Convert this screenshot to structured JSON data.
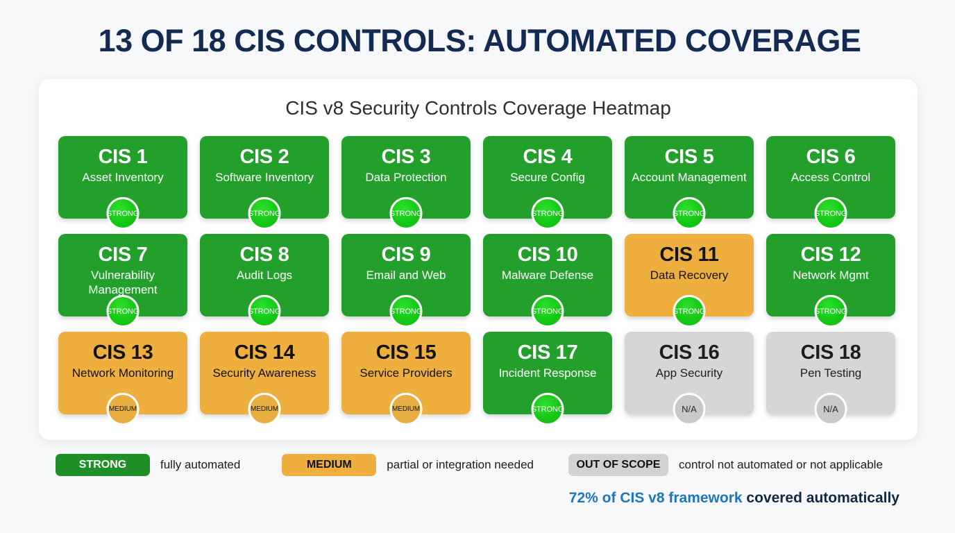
{
  "page": {
    "title": "13 OF 18 CIS CONTROLS: AUTOMATED COVERAGE",
    "background_color": "#f7f8fa",
    "title_color": "#132b52"
  },
  "card": {
    "heading": "CIS v8 Security Controls Coverage Heatmap"
  },
  "colors": {
    "strong": "#23a02b",
    "medium": "#eeaf3f",
    "out_of_scope": "#d6d6d6",
    "accent_blue": "#1c76bd",
    "navy": "#122744"
  },
  "chart_data": {
    "type": "heatmap",
    "title": "CIS v8 Security Controls Coverage Heatmap",
    "columns": 6,
    "rows": 3,
    "legend_position": "bottom",
    "categories": [
      "STRONG",
      "MEDIUM",
      "OUT OF SCOPE"
    ],
    "values": [
      13,
      3,
      2
    ],
    "cells": [
      {
        "code": "CIS 1",
        "name": "Asset Inventory",
        "status": "STRONG",
        "badge": "STRONG",
        "tile_class": "strong"
      },
      {
        "code": "CIS 2",
        "name": "Software Inventory",
        "status": "STRONG",
        "badge": "STRONG",
        "tile_class": "strong"
      },
      {
        "code": "CIS 3",
        "name": "Data Protection",
        "status": "STRONG",
        "badge": "STRONG",
        "tile_class": "strong"
      },
      {
        "code": "CIS 4",
        "name": "Secure Config",
        "status": "STRONG",
        "badge": "STRONG",
        "tile_class": "strong"
      },
      {
        "code": "CIS 5",
        "name": "Account Management",
        "status": "STRONG",
        "badge": "STRONG",
        "tile_class": "strong"
      },
      {
        "code": "CIS 6",
        "name": "Access Control",
        "status": "STRONG",
        "badge": "STRONG",
        "tile_class": "strong"
      },
      {
        "code": "CIS 7",
        "name": "Vulnerability Management",
        "status": "STRONG",
        "badge": "STRONG",
        "tile_class": "strong"
      },
      {
        "code": "CIS 8",
        "name": "Audit Logs",
        "status": "STRONG",
        "badge": "STRONG",
        "tile_class": "strong"
      },
      {
        "code": "CIS 9",
        "name": "Email and Web",
        "status": "STRONG",
        "badge": "STRONG",
        "tile_class": "strong"
      },
      {
        "code": "CIS 10",
        "name": "Malware Defense",
        "status": "STRONG",
        "badge": "STRONG",
        "tile_class": "strong"
      },
      {
        "code": "CIS 11",
        "name": "Data Recovery",
        "status": "MEDIUM",
        "badge": "STRONG",
        "tile_class": "medium"
      },
      {
        "code": "CIS 12",
        "name": "Network Mgmt",
        "status": "STRONG",
        "badge": "STRONG",
        "tile_class": "strong"
      },
      {
        "code": "CIS 13",
        "name": "Network Monitoring",
        "status": "MEDIUM",
        "badge": "MEDIUM",
        "tile_class": "medium"
      },
      {
        "code": "CIS 14",
        "name": "Security Awareness",
        "status": "MEDIUM",
        "badge": "MEDIUM",
        "tile_class": "medium"
      },
      {
        "code": "CIS 15",
        "name": "Service Providers",
        "status": "MEDIUM",
        "badge": "MEDIUM",
        "tile_class": "medium"
      },
      {
        "code": "CIS 17",
        "name": "Incident Response",
        "status": "STRONG",
        "badge": "STRONG",
        "tile_class": "strong"
      },
      {
        "code": "CIS 16",
        "name": "App Security",
        "status": "OUT OF SCOPE",
        "badge": "N/A",
        "tile_class": "na"
      },
      {
        "code": "CIS 18",
        "name": "Pen Testing",
        "status": "OUT OF SCOPE",
        "badge": "N/A",
        "tile_class": "na"
      }
    ]
  },
  "legend": {
    "items": [
      {
        "label": "STRONG",
        "description": "fully automated",
        "pill_class": "p-strong"
      },
      {
        "label": "MEDIUM",
        "description": "partial or integration needed",
        "pill_class": "p-medium"
      },
      {
        "label": "OUT OF SCOPE",
        "description": "control not automated or not applicable",
        "pill_class": "p-scope"
      }
    ]
  },
  "footer": {
    "highlight": "72% of CIS v8 framework",
    "rest": " covered automatically"
  }
}
